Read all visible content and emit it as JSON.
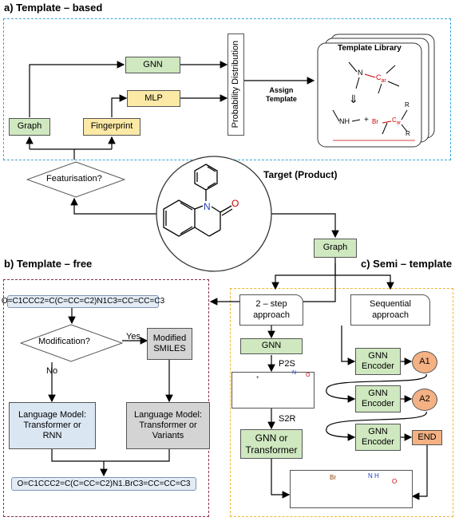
{
  "sections": {
    "a": "a) Template – based",
    "b": "b) Template – free",
    "c": "c) Semi – template"
  },
  "a": {
    "gnn": "GNN",
    "mlp": "MLP",
    "graph": "Graph",
    "fingerprint": "Fingerprint",
    "prob_dist": "Probability Distribution",
    "assign_template": "Assign\nTemplate",
    "template_library": "Template Library",
    "chem": {
      "n": "N",
      "car": "C",
      "car_sub": "ar",
      "nh": "NH",
      "plus": "+",
      "br": "Br",
      "r1": "R",
      "r2": "R",
      "arrow": "⇓"
    }
  },
  "center": {
    "featurisation": "Featurisation?",
    "target": "Target (Product)",
    "graph": "Graph",
    "atom_n": "N",
    "atom_o": "O"
  },
  "b": {
    "smiles_in": "O=C1CCC2=C(C=CC=C2)N1C3=CC=CC=C3",
    "modification": "Modification?",
    "yes": "Yes",
    "no": "No",
    "modified_smiles": "Modified\nSMILES",
    "lm1": "Language Model:\nTransformer or\nRNN",
    "lm2": "Language Model:\nTransformer or\nVariants",
    "smiles_out": "O=C1CCC2=C(C=CC=C2)N1.BrC3=CC=CC=C3"
  },
  "c": {
    "two_step": "2 – step\napproach",
    "sequential": "Sequential\napproach",
    "gnn": "GNN",
    "p2s": "P2S",
    "s2r": "S2R",
    "gnn_transformer": "GNN or\nTransformer",
    "enc1": "GNN\nEncoder",
    "enc2": "GNN\nEncoder",
    "enc3": "GNN\nEncoder",
    "a1": "A1",
    "a2": "A2",
    "end": "END",
    "plus_mark": "+",
    "nh": "N",
    "h": "H",
    "o": "O",
    "br": "Br"
  }
}
